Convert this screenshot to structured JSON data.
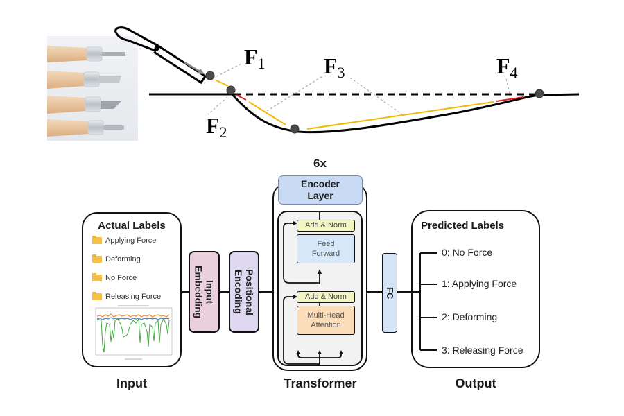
{
  "top_panel": {
    "photo": {
      "name": "carving-chisels-photo",
      "count": 4
    },
    "force_labels": [
      {
        "main": "F",
        "sub": "1"
      },
      {
        "main": "F",
        "sub": "2"
      },
      {
        "main": "F",
        "sub": "3"
      },
      {
        "main": "F",
        "sub": "4"
      }
    ],
    "colors": {
      "stroke": "#000000",
      "yellow": "#f5b800",
      "red": "#e02020",
      "dot": "#4a4a4a",
      "leader": "#aaaaaa"
    }
  },
  "input": {
    "title": "Actual Labels",
    "items": [
      "Applying Force",
      "Deforming",
      "No Force",
      "Releasing Force"
    ],
    "caption": "Input",
    "mini_chart": {
      "series_colors": [
        "#3b7fd1",
        "#f28c28",
        "#3ea83e"
      ]
    }
  },
  "embedding": {
    "input_embedding": "Input Embedding",
    "positional_encoding": "Positional Encoding",
    "colors": {
      "input_embedding": "#ead0dc",
      "positional_encoding": "#ddd7f0"
    }
  },
  "transformer": {
    "repeat": "6x",
    "encoder_layer": "Encoder Layer",
    "add_norm_top": "Add & Norm",
    "feed_forward": "Feed Forward",
    "add_norm_bottom": "Add & Norm",
    "multi_head_attention": "Multi-Head Attention",
    "caption": "Transformer",
    "colors": {
      "encoder": "#c9daf5",
      "add_norm": "#f3f5c2",
      "feed_forward": "#d6e8f7",
      "attention": "#fbdcb8",
      "inner_bg": "#f2f2f2"
    }
  },
  "fc": {
    "label": "FC",
    "color": "#d4e3f6"
  },
  "output": {
    "title": "Predicted Labels",
    "items": [
      "0: No Force",
      "1: Applying Force",
      "2: Deforming",
      "3: Releasing Force"
    ],
    "caption": "Output"
  }
}
